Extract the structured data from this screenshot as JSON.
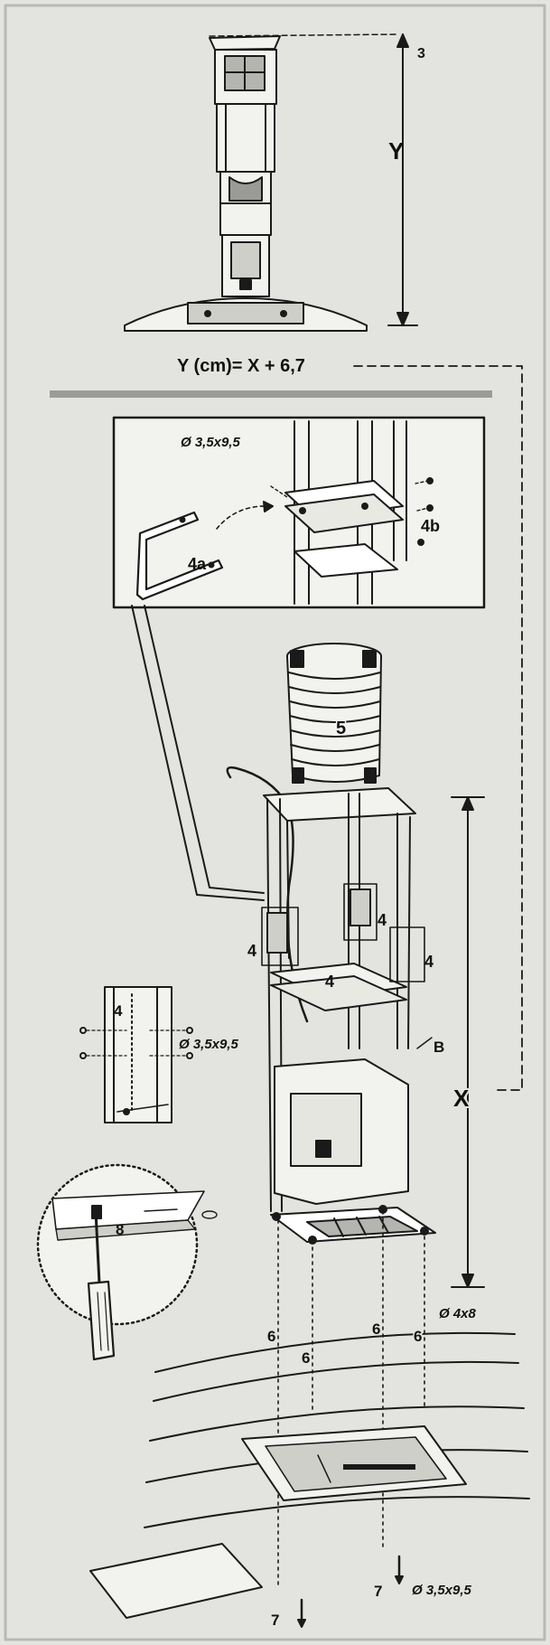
{
  "labels": {
    "part_3": "3",
    "dim_y": "Y",
    "formula": "Y (cm)= X + 6,7",
    "screw_top": "Ø 3,5x9,5",
    "bracket_4a": "4a",
    "bracket_4b": "4b",
    "duct_5": "5",
    "bracket_4_a": "4",
    "bracket_4_b": "4",
    "bracket_4_c": "4",
    "bracket_4_d": "4",
    "bracket_4_detail": "4",
    "screw_mid": "Ø 3,5x9,5",
    "point_b": "B",
    "dim_x": "X",
    "screw_8": "8",
    "screw_4x8": "Ø 4x8",
    "screw_6_a": "6",
    "screw_6_b": "6",
    "screw_6_c": "6",
    "screw_6_d": "6",
    "screw_7_a": "7",
    "screw_7_b": "7",
    "screw_bottom": "Ø 3,5x9,5"
  },
  "colors": {
    "line": "#1a1a1a",
    "paper": "#e3e3df",
    "panel": "#f2f2ee",
    "grey": "#9a9a96"
  }
}
